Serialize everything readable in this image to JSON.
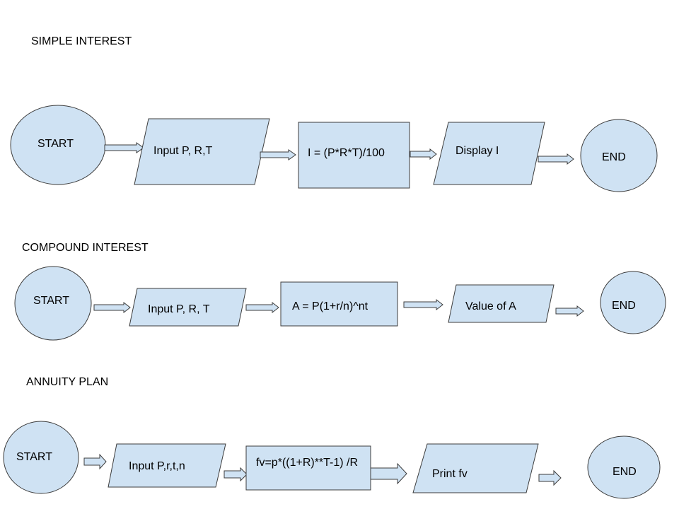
{
  "sections": {
    "simple": {
      "title": "SIMPLE INTEREST",
      "start": "START",
      "input": "Input P, R,T",
      "process": "I = (P*R*T)/100",
      "output": "Display I",
      "end": "END"
    },
    "compound": {
      "title": "COMPOUND INTEREST",
      "start": "START",
      "input": "Input P, R, T",
      "process": "A = P(1+r/n)^nt",
      "output": "Value of A",
      "end": "END"
    },
    "annuity": {
      "title": "ANNUITY PLAN",
      "start": "START",
      "input": "Input P,r,t,n",
      "process": "fv=p*((1+R)**T-1) /R",
      "output": "Print fv",
      "end": "END"
    }
  },
  "colors": {
    "shape_fill": "#cfe2f3",
    "shape_stroke": "#3c3c3c",
    "background": "#ffffff"
  }
}
